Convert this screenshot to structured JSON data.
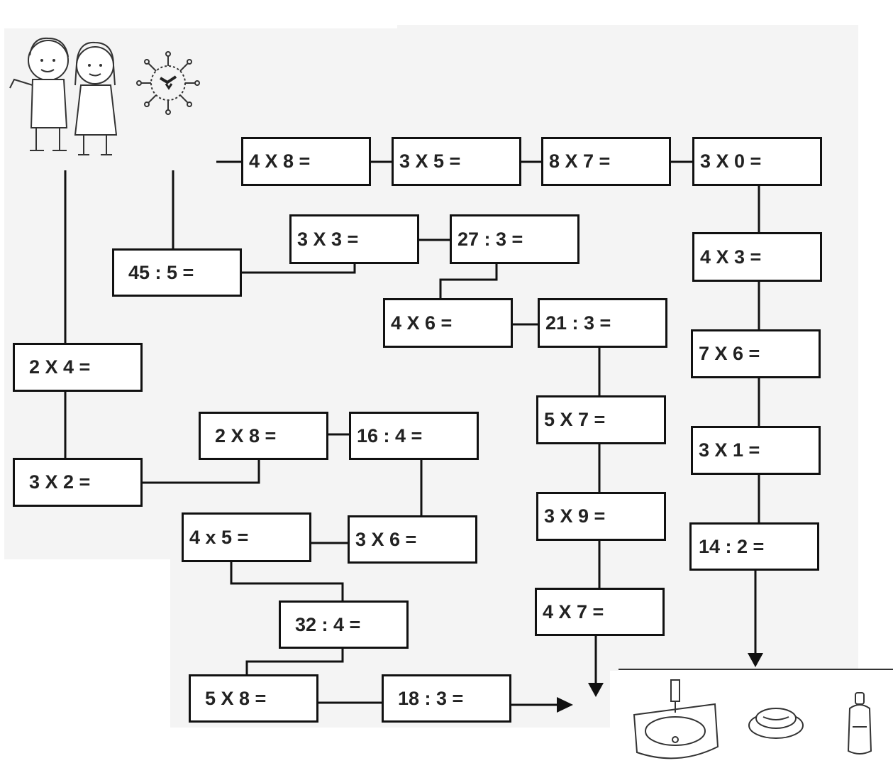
{
  "boxes": [
    {
      "id": "b1",
      "text": "4 X 8 ="
    },
    {
      "id": "b2",
      "text": "3 X 5 ="
    },
    {
      "id": "b3",
      "text": "8 X 7 ="
    },
    {
      "id": "b4",
      "text": "3 X 0 ="
    },
    {
      "id": "b5",
      "text": "4 X 3 ="
    },
    {
      "id": "b6",
      "text": "7 X 6 ="
    },
    {
      "id": "b7",
      "text": "3 X 1 ="
    },
    {
      "id": "b8",
      "text": "14 : 2 ="
    },
    {
      "id": "b9",
      "text": "3 X 3 ="
    },
    {
      "id": "b10",
      "text": "27 : 3 ="
    },
    {
      "id": "b11",
      "text": "45 : 5 ="
    },
    {
      "id": "b12",
      "text": "4 X 6 ="
    },
    {
      "id": "b13",
      "text": "21 : 3 ="
    },
    {
      "id": "b14",
      "text": "5 X 7 ="
    },
    {
      "id": "b15",
      "text": "3 X 9 ="
    },
    {
      "id": "b16",
      "text": "4 X 7 ="
    },
    {
      "id": "b17",
      "text": "2 X 4 ="
    },
    {
      "id": "b18",
      "text": "3 X 2 ="
    },
    {
      "id": "b19",
      "text": "2 X 8 ="
    },
    {
      "id": "b20",
      "text": "16 : 4 ="
    },
    {
      "id": "b21",
      "text": "4 x 5 ="
    },
    {
      "id": "b22",
      "text": "3 X 6 ="
    },
    {
      "id": "b23",
      "text": "32 : 4 ="
    },
    {
      "id": "b24",
      "text": "5 X 8 ="
    },
    {
      "id": "b25",
      "text": "18 : 3 ="
    }
  ],
  "illustrations": {
    "start": [
      "children-icon",
      "virus-icon"
    ],
    "end": [
      "sink-icon",
      "soap-icon",
      "soap-dispenser-icon"
    ]
  }
}
